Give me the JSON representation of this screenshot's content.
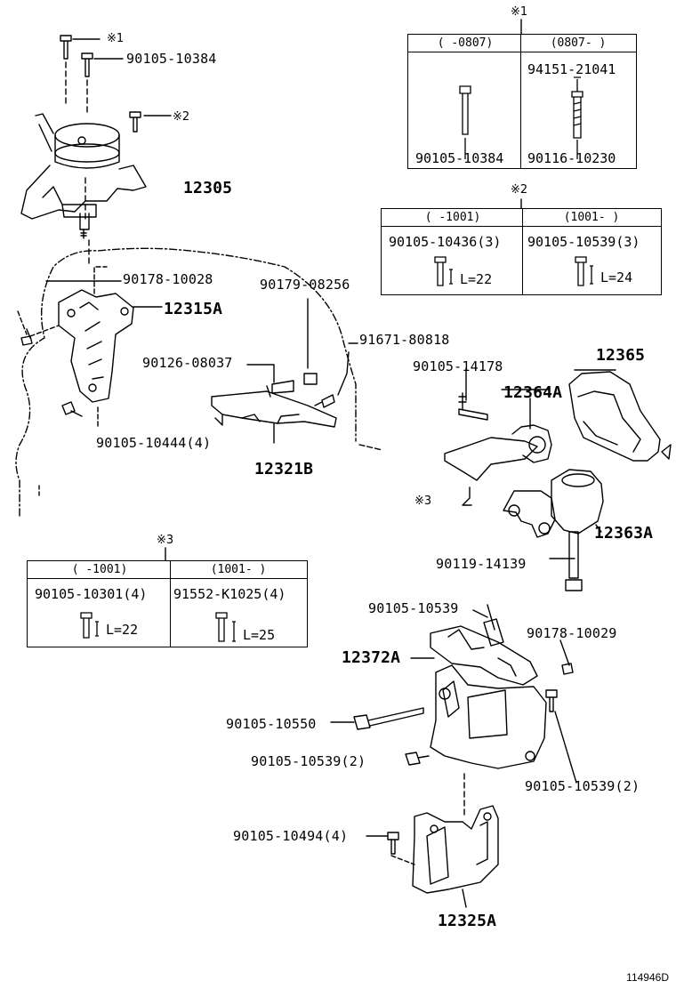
{
  "main_labels": {
    "p12305": "12305",
    "p12315A": "12315A",
    "p12321B": "12321B",
    "p12365": "12365",
    "p12364A": "12364A",
    "p12363A": "12363A",
    "p12372A": "12372A",
    "p12325A": "12325A"
  },
  "bolt_labels": {
    "b90105_10384": "90105-10384",
    "b90178_10028": "90178-10028",
    "b90179_08256": "90179-08256",
    "b91671_80818": "91671-80818",
    "b90126_08037": "90126-08037",
    "b90105_10444": "90105-10444(4)",
    "b90105_14178": "90105-14178",
    "b90119_14139": "90119-14139",
    "b90105_10539_top": "90105-10539",
    "b90178_10029": "90178-10029",
    "b90105_10550": "90105-10550",
    "b90105_10539_2a": "90105-10539(2)",
    "b90105_10539_2b": "90105-10539(2)",
    "b90105_10494": "90105-10494(4)"
  },
  "markers": {
    "m1": "※1",
    "m2": "※2",
    "m3": "※3"
  },
  "table1": {
    "marker": "※1",
    "col1_header": "(    -0807)",
    "col2_header": "(0807-    )",
    "col1_part": "90105-10384",
    "col2_top": "94151-21041",
    "col2_part": "90116-10230"
  },
  "table2": {
    "marker": "※2",
    "col1_header": "(    -1001)",
    "col2_header": "(1001-    )",
    "col1_part": "90105-10436(3)",
    "col2_part": "90105-10539(3)",
    "col1_len": "L=22",
    "col2_len": "L=24"
  },
  "table3": {
    "marker": "※3",
    "col1_header": "(    -1001)",
    "col2_header": "(1001-    )",
    "col1_part": "90105-10301(4)",
    "col2_part": "91552-K1025(4)",
    "col1_len": "L=22",
    "col2_len": "L=25"
  },
  "figure_id": "114946D"
}
